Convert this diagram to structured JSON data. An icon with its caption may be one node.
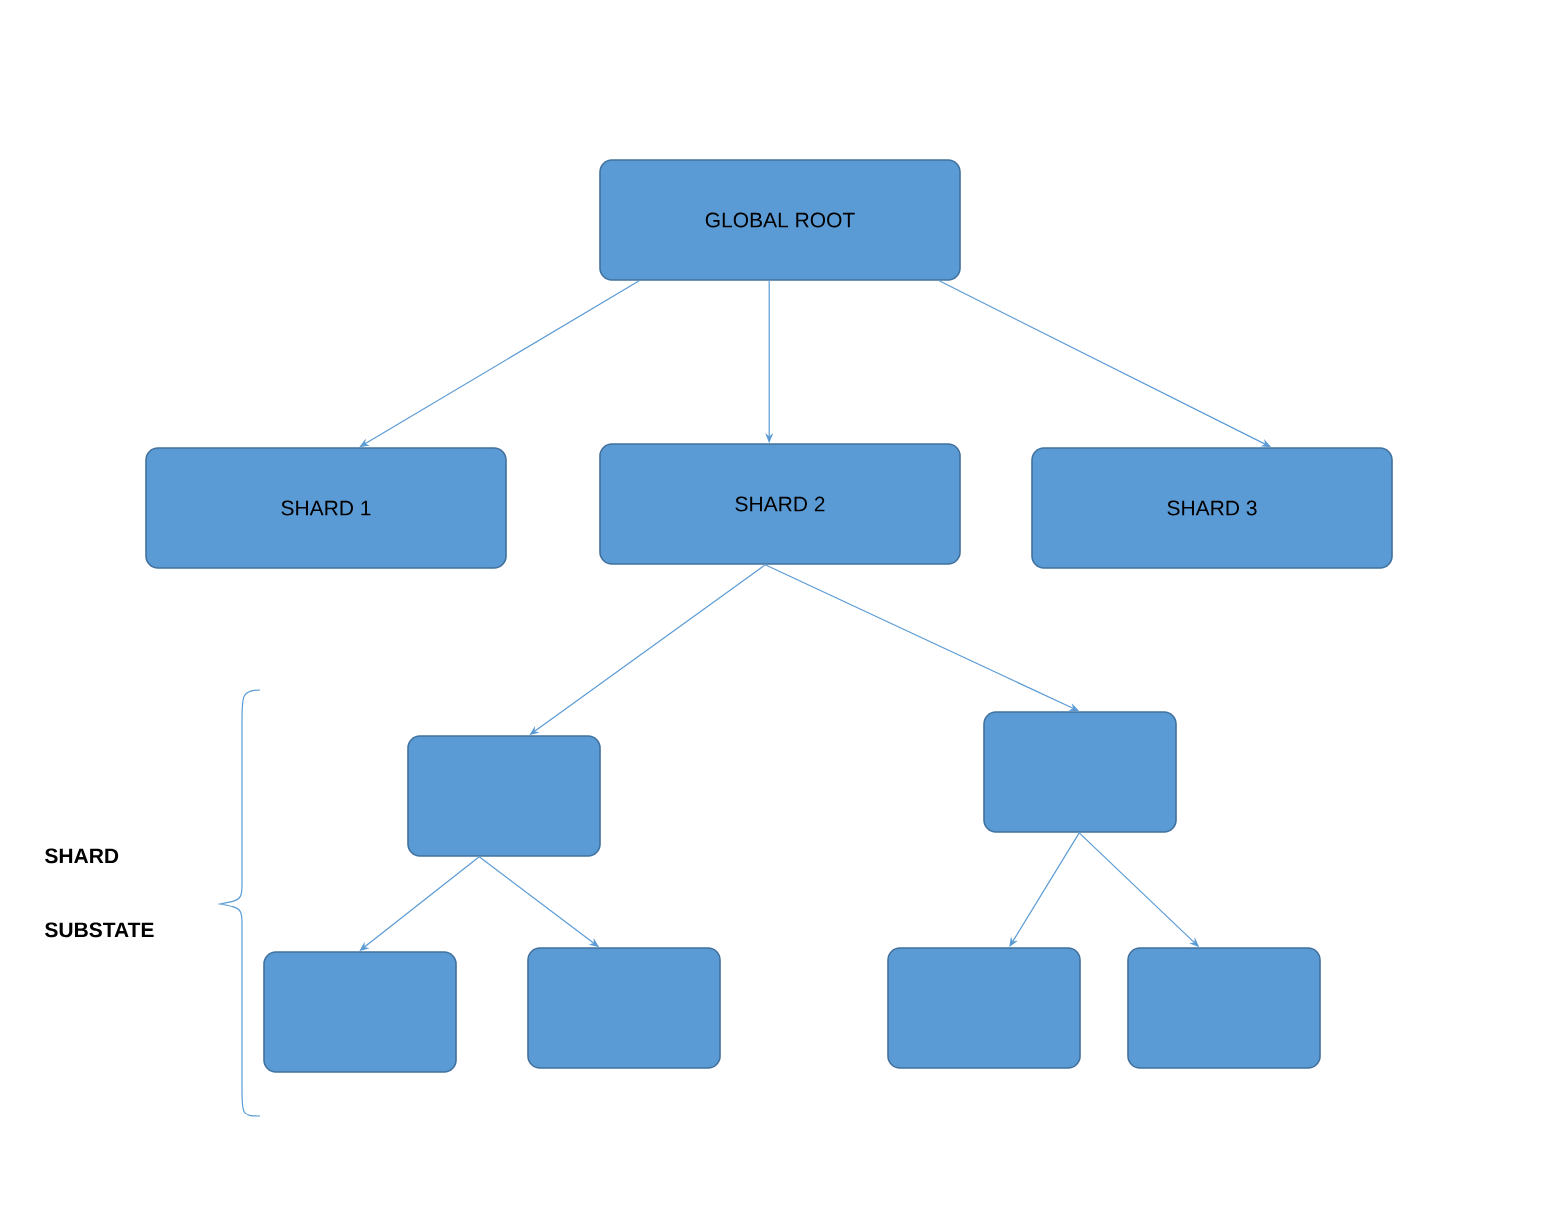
{
  "diagram": {
    "nodes": [
      {
        "text": [
          "GLOBAL ROOT"
        ]
      },
      {
        "text": [
          "SHARD 1"
        ]
      },
      {
        "text": [
          "SHARD 2"
        ]
      },
      {
        "text": [
          "SHARD 3"
        ]
      },
      {
        "text": [],
        "shape": "box"
      },
      {
        "text": [],
        "shape": "box"
      },
      {
        "text": [],
        "shape": "box"
      },
      {
        "text": [],
        "shape": "box"
      },
      {
        "text": [],
        "shape": "box"
      },
      {
        "text": [],
        "shape": "box"
      }
    ],
    "edges": [
      {
        "from": 0,
        "to": 1,
        "arrow": "to"
      },
      {
        "from": 0,
        "to": 2,
        "arrow": "to"
      },
      {
        "from": 0,
        "to": 3,
        "arrow": "to"
      },
      {
        "from": 2,
        "to": 4,
        "arrow": "to"
      },
      {
        "from": 2,
        "to": 5,
        "arrow": "to"
      },
      {
        "from": 4,
        "to": 6,
        "arrow": "to"
      },
      {
        "from": 4,
        "to": 7,
        "arrow": "to"
      },
      {
        "from": 5,
        "to": 8,
        "arrow": "to"
      },
      {
        "from": 5,
        "to": 9,
        "arrow": "to"
      }
    ],
    "labels": [
      "SHARD SUBSTATE"
    ]
  }
}
